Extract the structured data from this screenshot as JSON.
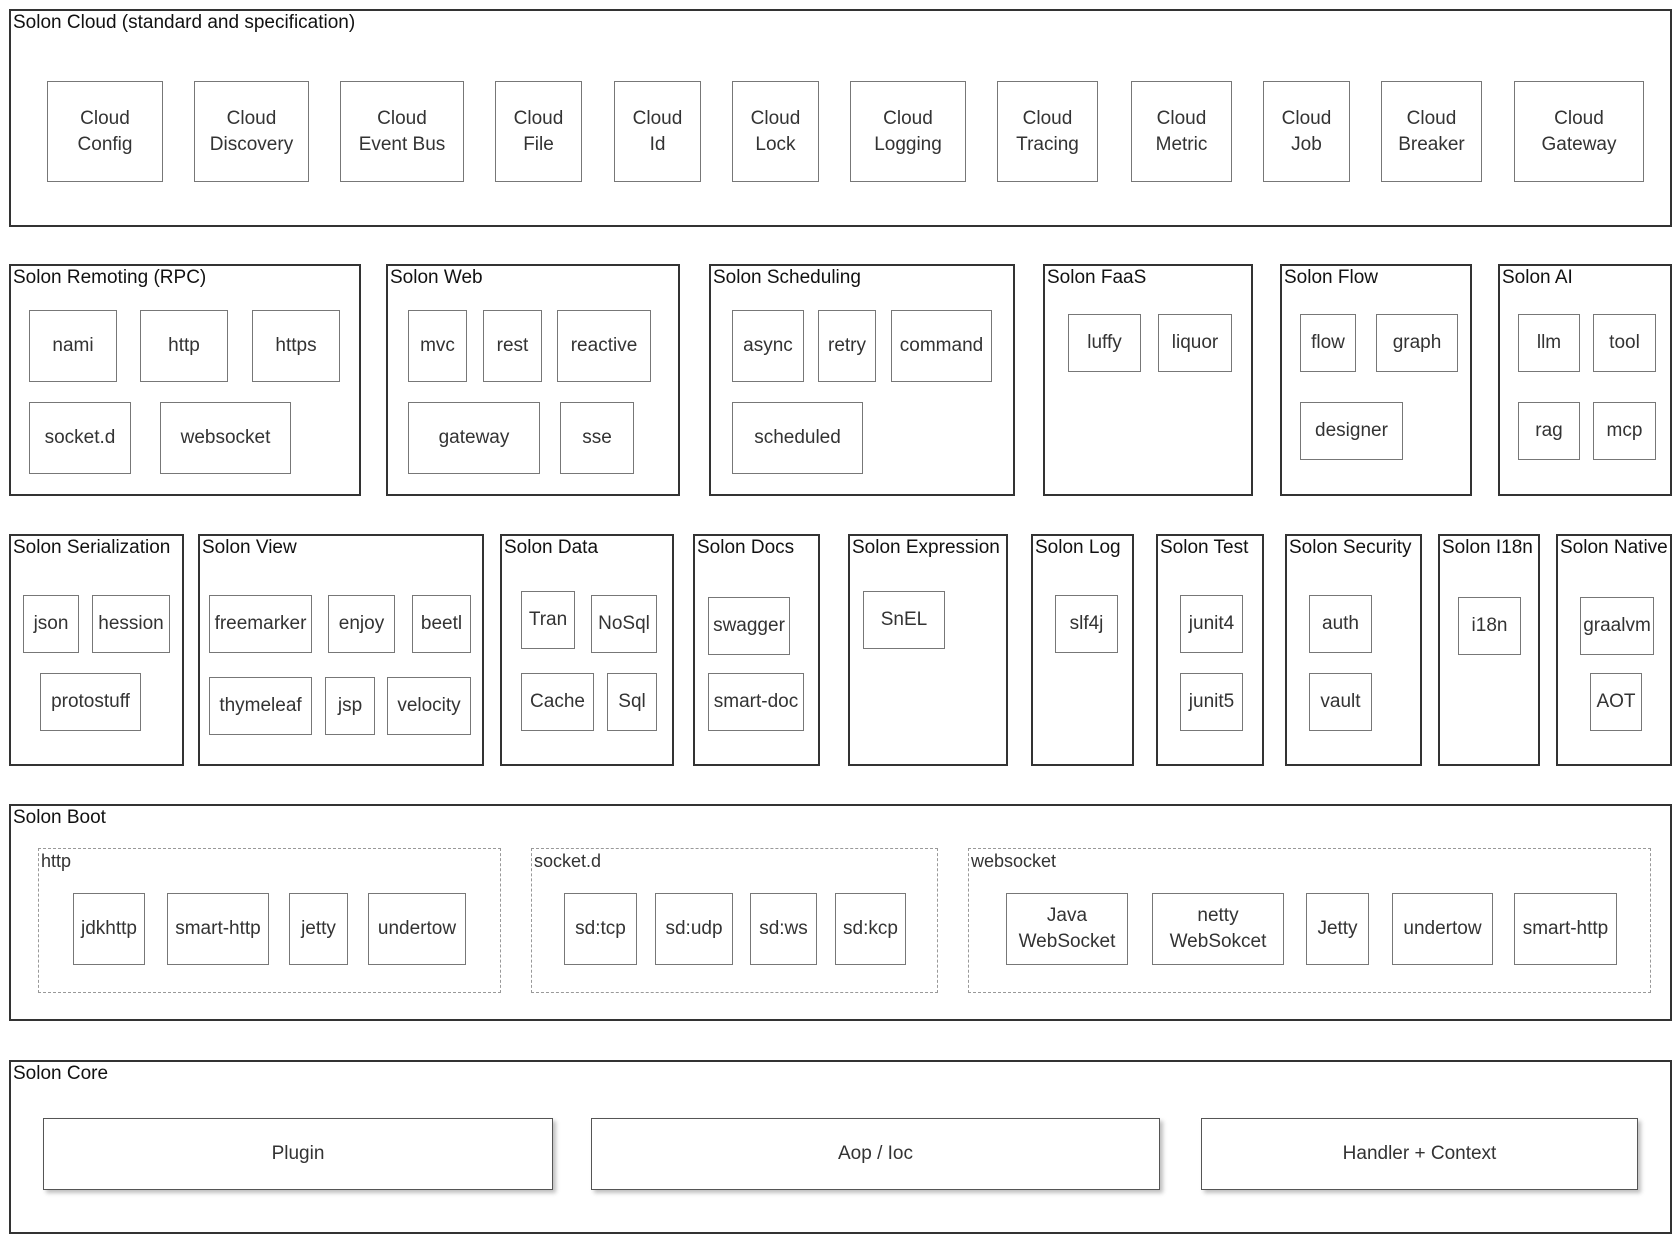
{
  "cloud": {
    "title": "Solon Cloud (standard and specification)",
    "items": [
      "Cloud\nConfig",
      "Cloud\nDiscovery",
      "Cloud\nEvent Bus",
      "Cloud\nFile",
      "Cloud\nId",
      "Cloud\nLock",
      "Cloud\nLogging",
      "Cloud\nTracing",
      "Cloud\nMetric",
      "Cloud\nJob",
      "Cloud\nBreaker",
      "Cloud\nGateway"
    ]
  },
  "remoting": {
    "title": "Solon Remoting (RPC)",
    "items": [
      "nami",
      "http",
      "https",
      "socket.d",
      "websocket"
    ]
  },
  "web": {
    "title": "Solon Web",
    "items": [
      "mvc",
      "rest",
      "reactive",
      "gateway",
      "sse"
    ]
  },
  "scheduling": {
    "title": "Solon Scheduling",
    "items": [
      "async",
      "retry",
      "command",
      "scheduled"
    ]
  },
  "faas": {
    "title": "Solon FaaS",
    "items": [
      "luffy",
      "liquor"
    ]
  },
  "flow": {
    "title": "Solon Flow",
    "items": [
      "flow",
      "graph",
      "designer"
    ]
  },
  "ai": {
    "title": "Solon AI",
    "items": [
      "llm",
      "tool",
      "rag",
      "mcp"
    ]
  },
  "serialization": {
    "title": "Solon Serialization",
    "items": [
      "json",
      "hession",
      "protostuff"
    ]
  },
  "view": {
    "title": "Solon View",
    "items": [
      "freemarker",
      "enjoy",
      "beetl",
      "thymeleaf",
      "jsp",
      "velocity"
    ]
  },
  "data": {
    "title": "Solon Data",
    "items": [
      "Tran",
      "NoSql",
      "Cache",
      "Sql"
    ]
  },
  "docs": {
    "title": "Solon Docs",
    "items": [
      "swagger",
      "smart-doc"
    ]
  },
  "expression": {
    "title": "Solon Expression",
    "items": [
      "SnEL"
    ]
  },
  "log": {
    "title": "Solon Log",
    "items": [
      "slf4j"
    ]
  },
  "test": {
    "title": "Solon Test",
    "items": [
      "junit4",
      "junit5"
    ]
  },
  "security": {
    "title": "Solon Security",
    "items": [
      "auth",
      "vault"
    ]
  },
  "i18n": {
    "title": "Solon I18n",
    "items": [
      "i18n"
    ]
  },
  "native": {
    "title": "Solon Native",
    "items": [
      "graalvm",
      "AOT"
    ]
  },
  "boot": {
    "title": "Solon Boot",
    "http": {
      "title": "http",
      "items": [
        "jdkhttp",
        "smart-http",
        "jetty",
        "undertow"
      ]
    },
    "socketd": {
      "title": "socket.d",
      "items": [
        "sd:tcp",
        "sd:udp",
        "sd:ws",
        "sd:kcp"
      ]
    },
    "websocket": {
      "title": "websocket",
      "items": [
        "Java\nWebSocket",
        "netty\nWebSokcet",
        "Jetty",
        "undertow",
        "smart-http"
      ]
    }
  },
  "core": {
    "title": "Solon Core",
    "items": [
      "Plugin",
      "Aop / Ioc",
      "Handler + Context"
    ]
  }
}
